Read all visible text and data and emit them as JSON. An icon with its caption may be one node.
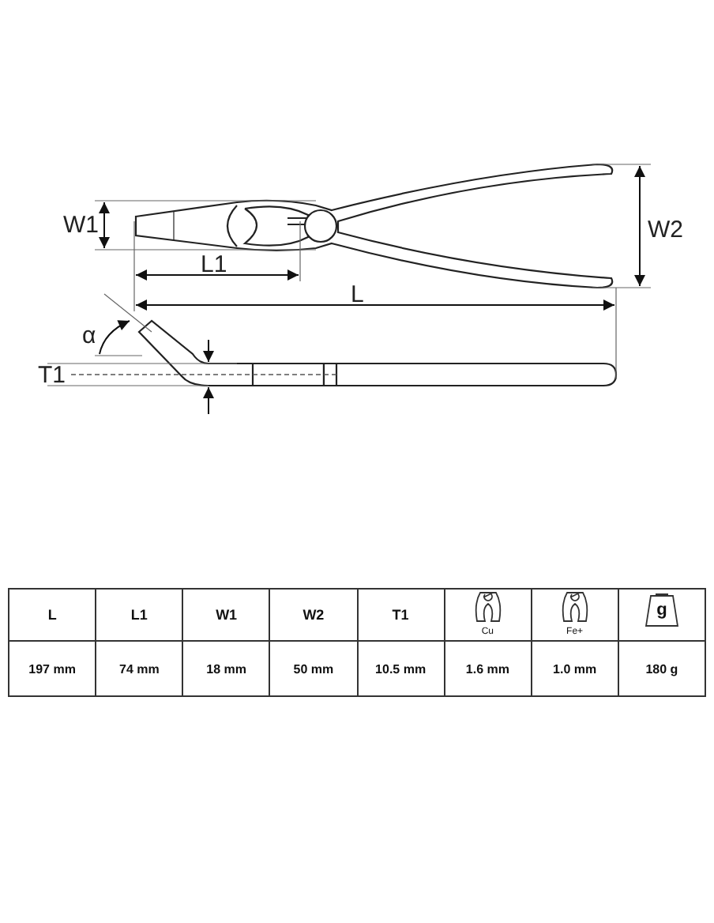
{
  "diagram": {
    "labels": [
      "W1",
      "W2",
      "L1",
      "L",
      "α",
      "T1",
      "L",
      "L1",
      "W1",
      "W2",
      "T1",
      "Cu",
      "Fe+",
      "g",
      "197 mm",
      "74 mm",
      "18 mm",
      "50 mm",
      "10.5 mm",
      "1.6 mm",
      "1.0 mm",
      "180 g"
    ]
  }
}
